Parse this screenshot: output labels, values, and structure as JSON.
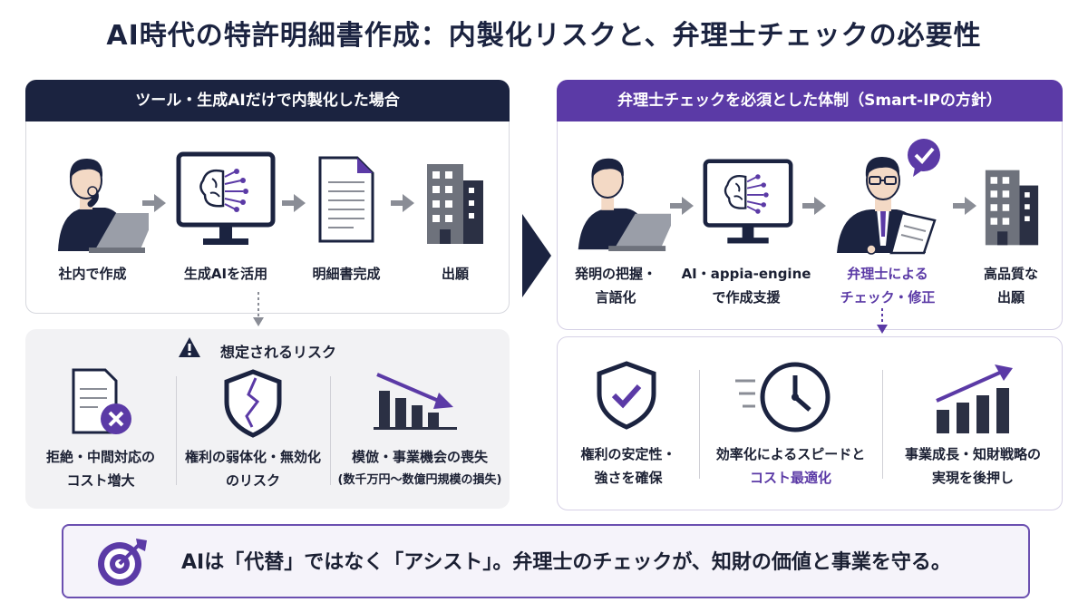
{
  "title": "AI時代の特許明細書作成：内製化リスクと、弁理士チェックの必要性",
  "left_panel": {
    "header": "ツール・生成AIだけで内製化した場合",
    "steps": [
      {
        "label": "社内で作成",
        "icon": "person-laptop-icon"
      },
      {
        "label": "生成AIを活用",
        "icon": "ai-monitor-icon"
      },
      {
        "label": "明細書完成",
        "icon": "document-icon"
      },
      {
        "label": "出願",
        "icon": "building-icon"
      }
    ]
  },
  "risks": {
    "title": "想定されるリスク",
    "items": [
      {
        "line1": "拒絶・中間対応の",
        "line2": "コスト増大",
        "icon": "rejected-document-icon"
      },
      {
        "line1": "権利の弱体化・無効化",
        "line2": "のリスク",
        "icon": "cracked-shield-icon"
      },
      {
        "line1": "模倣・事業機会の喪失",
        "line2": "(数千万円〜数億円規模の損失)",
        "icon": "declining-chart-icon"
      }
    ]
  },
  "right_panel": {
    "header": "弁理士チェックを必須とした体制（Smart-IPの方針）",
    "steps": [
      {
        "line1": "発明の把握・",
        "line2": "言語化",
        "icon": "person-laptop-icon"
      },
      {
        "line1": "AI・appia-engine",
        "line2": "で作成支援",
        "icon": "ai-monitor-icon"
      },
      {
        "line1": "弁理士による",
        "line2": "チェック・修正",
        "icon": "attorney-check-icon"
      },
      {
        "line1": "高品質な",
        "line2": "出願",
        "icon": "building-icon"
      }
    ]
  },
  "benefits": {
    "items": [
      {
        "line1": "権利の安定性・",
        "line2": "強さを確保",
        "icon": "check-shield-icon"
      },
      {
        "line1": "効率化によるスピードと",
        "line2": "コスト最適化",
        "icon": "speed-clock-icon"
      },
      {
        "line1": "事業成長・知財戦略の",
        "line2": "実現を後押し",
        "icon": "growth-chart-icon"
      }
    ]
  },
  "banner": {
    "text": "AIは「代替」ではなく「アシスト」。弁理士のチェックが、知財の価値と事業を守る。",
    "icon": "target-icon"
  },
  "colors": {
    "navy": "#1b2340",
    "purple": "#5b3aa6",
    "gray": "#8a8d96"
  }
}
